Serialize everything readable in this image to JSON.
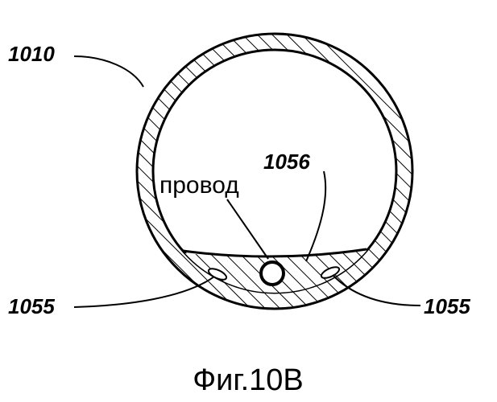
{
  "labels": {
    "outer_tube": "1010",
    "insert_member": "1056",
    "wire": "провод",
    "lumen_left": "1055",
    "lumen_right": "1055"
  },
  "caption": "Фиг.10B",
  "colors": {
    "ink": "#000000",
    "background": "#ffffff"
  }
}
